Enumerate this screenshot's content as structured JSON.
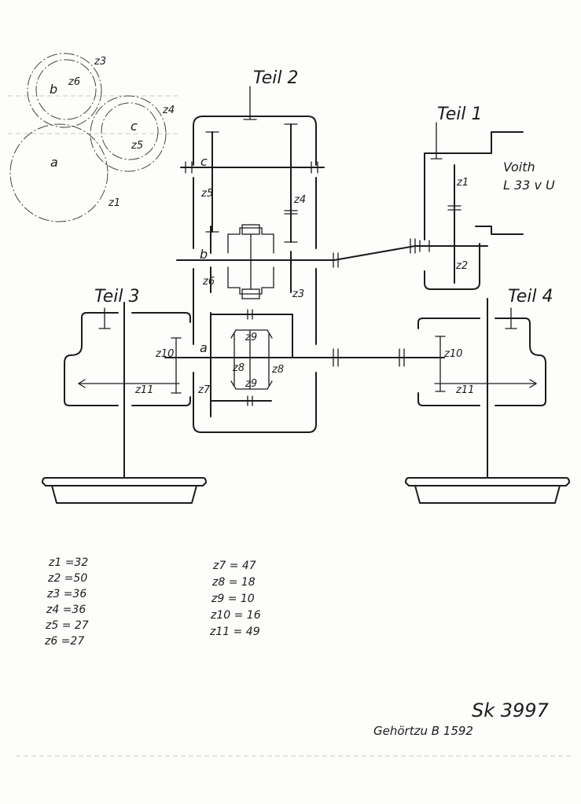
{
  "parts": {
    "teil1": "Teil 1",
    "teil2": "Teil 2",
    "teil3": "Teil 3",
    "teil4": "Teil 4"
  },
  "engine": {
    "line1": "Voith",
    "line2": "L 33 v U"
  },
  "shafts": {
    "a": "a",
    "b": "b",
    "c": "c"
  },
  "gear_labels": {
    "z1": "z1",
    "z2": "z2",
    "z3": "z3",
    "z4": "z4",
    "z5": "z5",
    "z6": "z6",
    "z7": "z7",
    "z8": "z8",
    "z9": "z9",
    "z10": "z10",
    "z11": "z11"
  },
  "gear_table": {
    "left": [
      "z1 =32",
      "z2 =50",
      "z3 =36",
      "z4 =36",
      "z5 = 27",
      "z6 =27"
    ],
    "right": [
      "z7 = 47",
      "z8 = 18",
      "z9 = 10",
      "z10 = 16",
      "z11 = 49"
    ]
  },
  "drawing_number": "Sk 3997",
  "reference": "Gehörtzu B 1592"
}
